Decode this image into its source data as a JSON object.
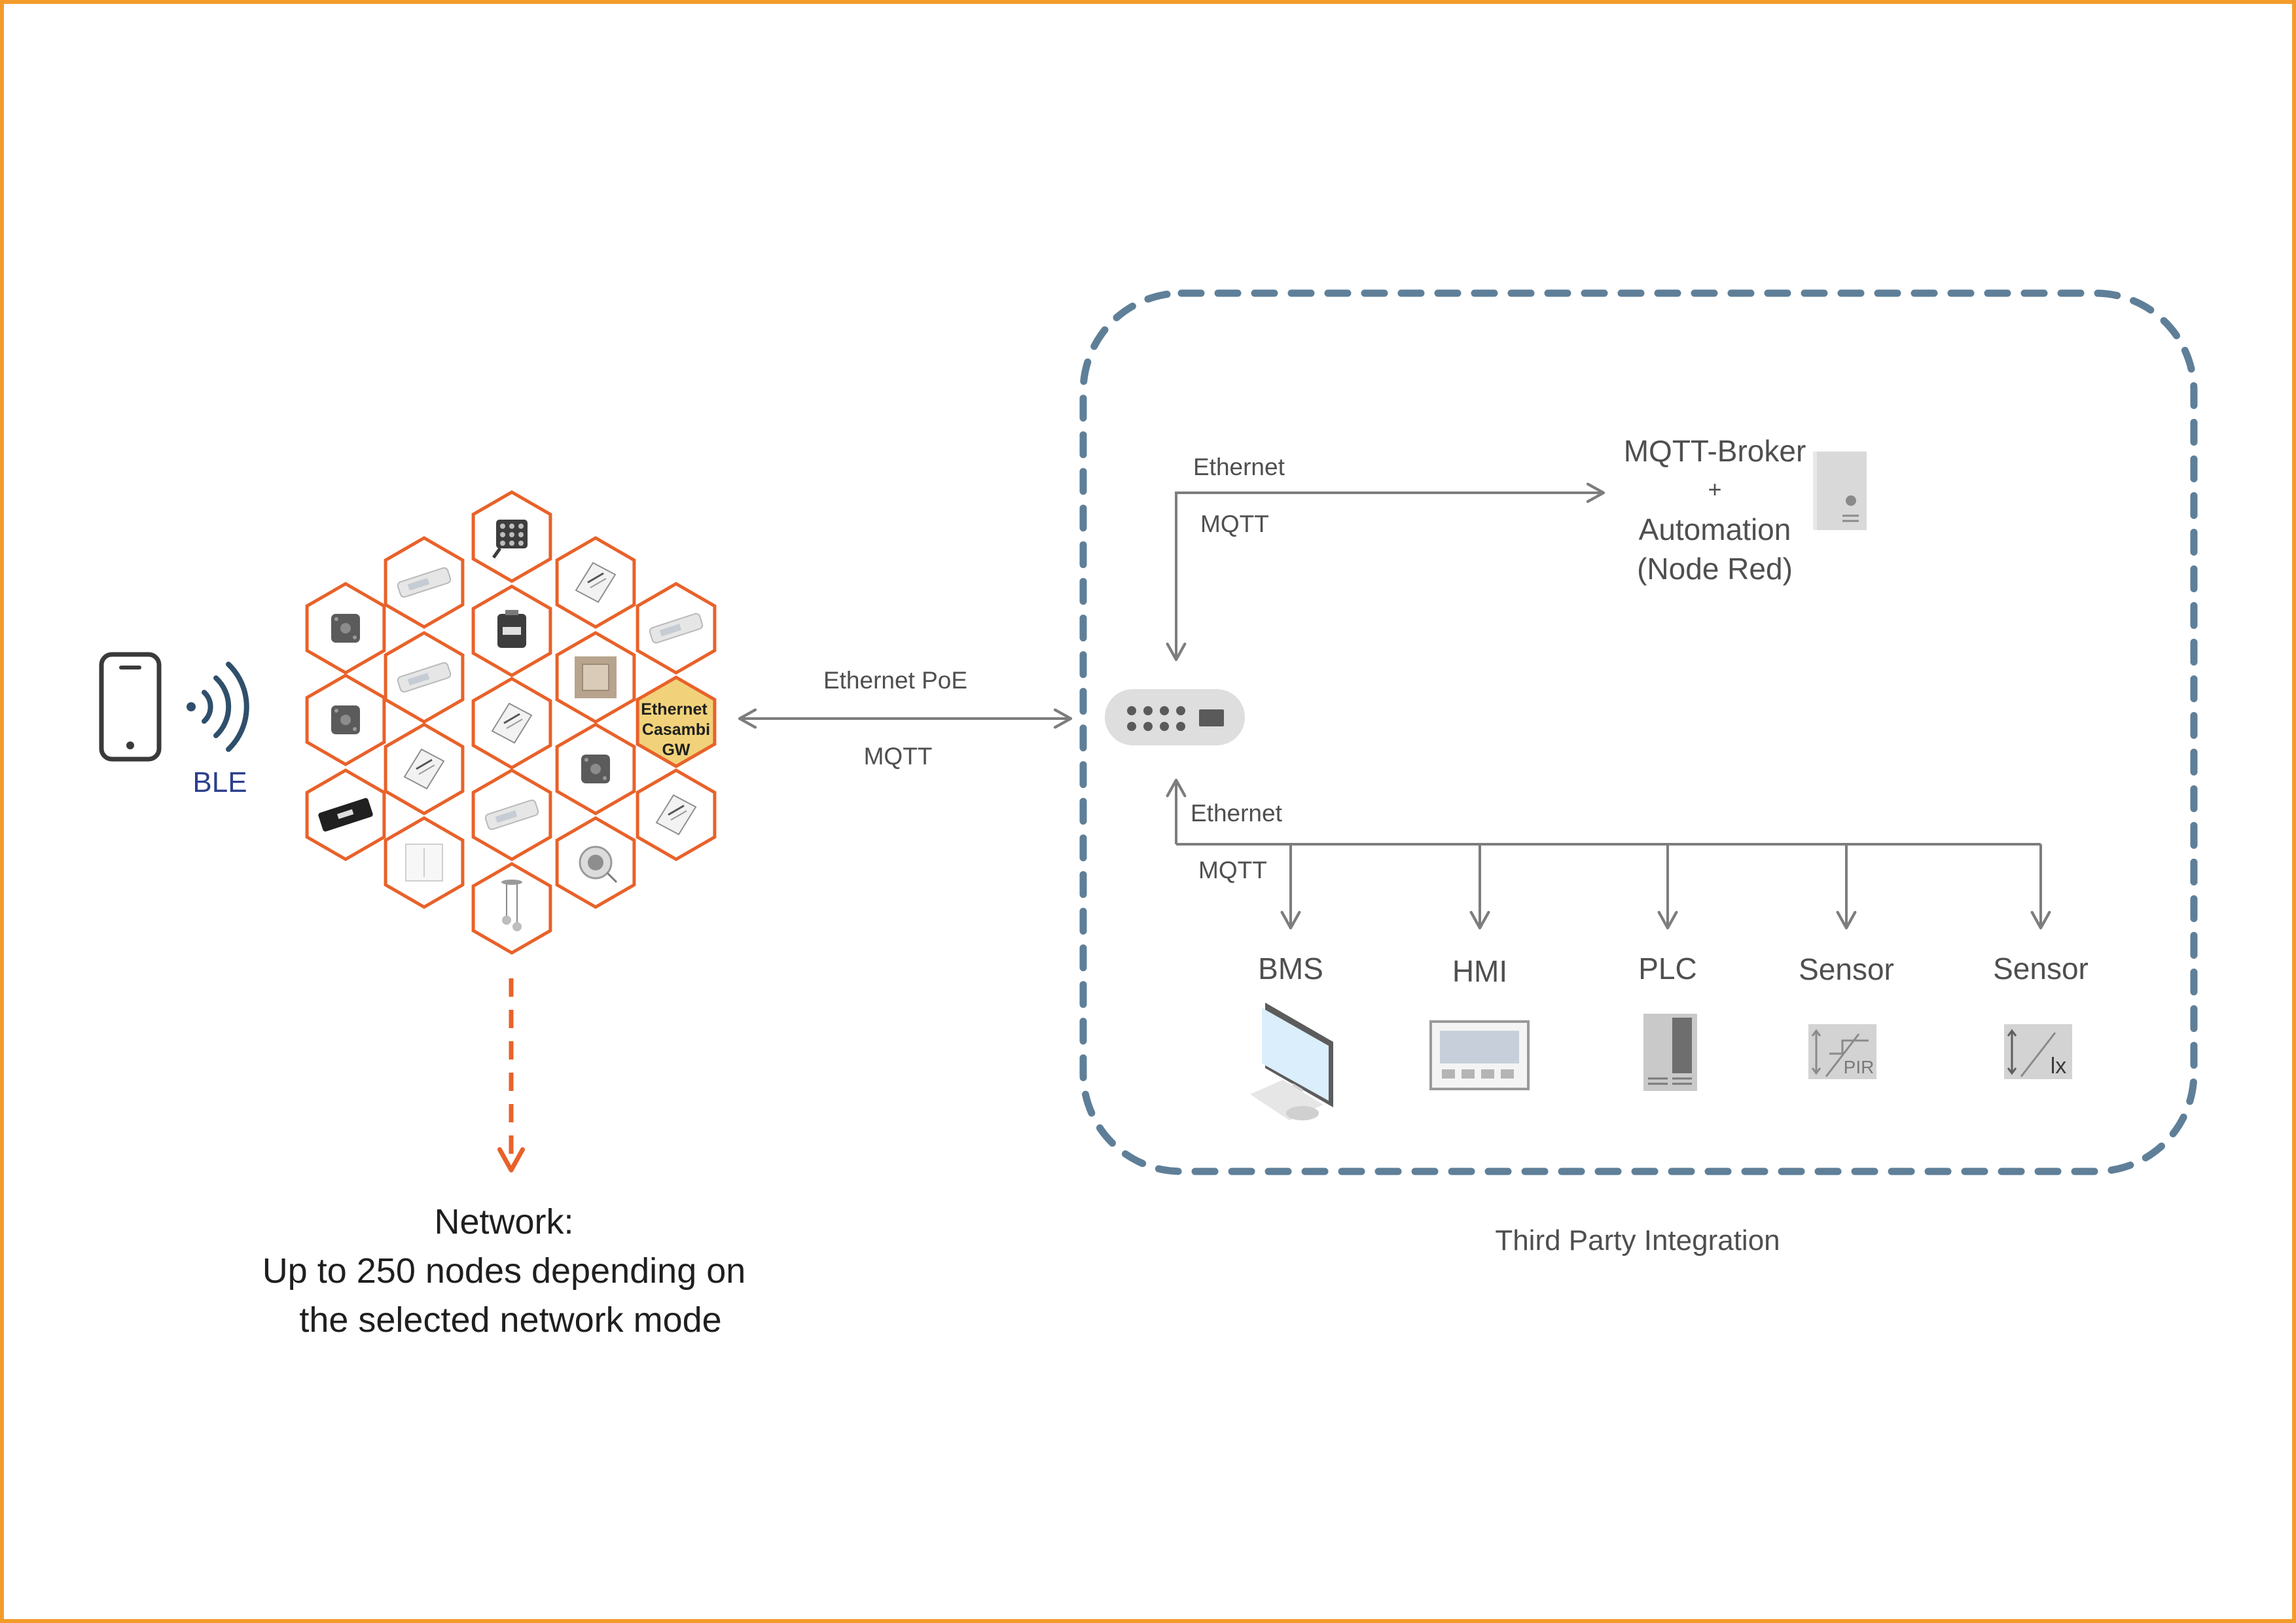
{
  "colors": {
    "border": "#f39c2b",
    "hexagon": "#e8622a",
    "gateway_fill": "#f1d27a",
    "dashed_box": "#5f7f98",
    "arrow": "#7d7d7d",
    "text": "#4f4f4f",
    "ble_text": "#2b3f8c",
    "network_arrow": "#e8622a",
    "device_grey": "#c9c9c9",
    "screen_blue": "#dbeefb"
  },
  "phone": {
    "icon": "smartphone-icon",
    "signal_icon": "bluetooth-signal-icon",
    "label": "BLE"
  },
  "gateway": {
    "line1": "Ethernet",
    "line2": "Casambi",
    "line3": "GW"
  },
  "honeycomb": {
    "nodes": [
      {
        "id": "hex-spotlight",
        "icon": "spotlight-icon"
      },
      {
        "id": "hex-driver-slim-1",
        "icon": "led-driver-icon"
      },
      {
        "id": "hex-dimmer-module",
        "icon": "dimmer-module-icon"
      },
      {
        "id": "hex-controller-1",
        "icon": "controller-module-icon"
      },
      {
        "id": "hex-driver-slim-2",
        "icon": "led-driver-icon"
      },
      {
        "id": "hex-sensor-1",
        "icon": "sensor-box-icon"
      },
      {
        "id": "hex-driver-slim-3",
        "icon": "led-driver-icon"
      },
      {
        "id": "hex-wall-switch",
        "icon": "wall-switch-icon"
      },
      {
        "id": "hex-sensor-2",
        "icon": "sensor-box-icon"
      },
      {
        "id": "hex-controller-2",
        "icon": "controller-module-icon"
      },
      {
        "id": "hex-controller-3",
        "icon": "controller-module-icon"
      },
      {
        "id": "hex-sensor-3",
        "icon": "sensor-box-icon"
      },
      {
        "id": "hex-power-supply",
        "icon": "power-supply-icon"
      },
      {
        "id": "hex-driver-slim-4",
        "icon": "led-driver-icon"
      },
      {
        "id": "hex-controller-4",
        "icon": "controller-module-icon"
      },
      {
        "id": "hex-push-button",
        "icon": "push-button-icon"
      },
      {
        "id": "hex-downlight",
        "icon": "downlight-icon"
      },
      {
        "id": "hex-pendant",
        "icon": "pendant-lamp-icon"
      }
    ]
  },
  "link_gateway_router": {
    "top_label": "Ethernet PoE",
    "bottom_label": "MQTT"
  },
  "router": {
    "icon": "network-switch-icon"
  },
  "broker_link": {
    "label_top": "Ethernet",
    "label_bottom": "MQTT"
  },
  "broker": {
    "line1": "MQTT-Broker",
    "line2": "+",
    "line3": "Automation",
    "line4": "(Node Red)",
    "icon": "server-icon"
  },
  "bus_link": {
    "label_top": "Ethernet",
    "label_bottom": "MQTT"
  },
  "endpoints": [
    {
      "label": "BMS",
      "icon": "monitor-icon"
    },
    {
      "label": "HMI",
      "icon": "hmi-panel-icon"
    },
    {
      "label": "PLC",
      "icon": "plc-icon"
    },
    {
      "label": "Sensor",
      "icon": "pir-sensor-icon",
      "badge": "PIR"
    },
    {
      "label": "Sensor",
      "icon": "lux-sensor-icon",
      "badge": "lx"
    }
  ],
  "third_party_label": "Third Party Integration",
  "network": {
    "line1": "Network:",
    "line2": "Up to 250 nodes depending on",
    "line3": "the selected network mode"
  }
}
